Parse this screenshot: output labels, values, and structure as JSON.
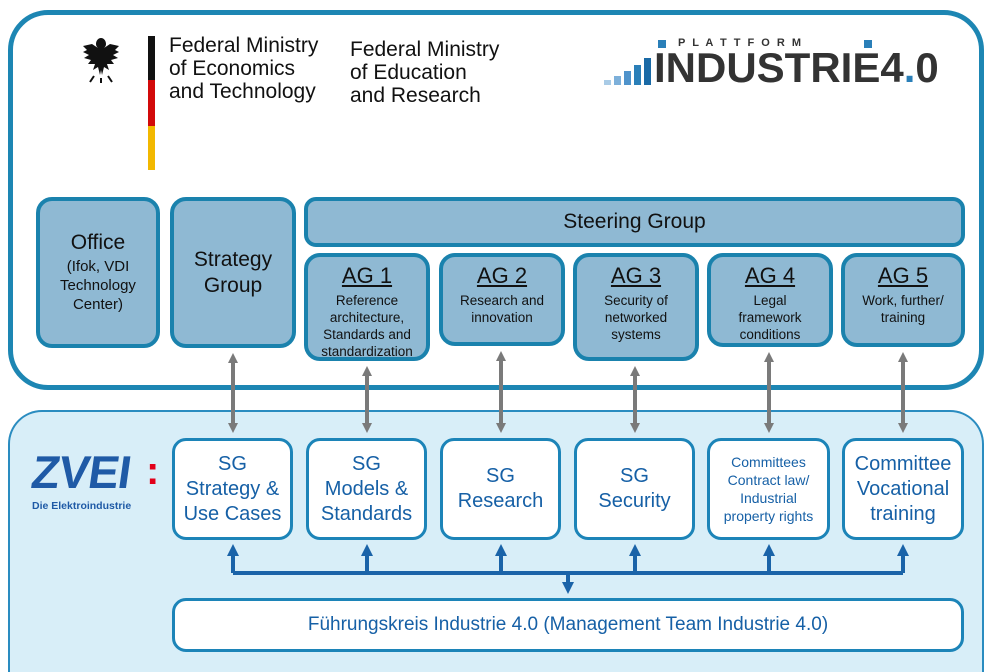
{
  "header": {
    "ministry_economics": "Federal Ministry\nof Economics\nand Technology",
    "ministry_education": "Federal Ministry\nof Education\nand Research",
    "plattform_label": "P L A T T F O R M",
    "industrie_label": "INDUSTRIE",
    "industrie_version_major": "4",
    "industrie_version_dot": ".",
    "industrie_version_minor": "0"
  },
  "office": {
    "title": "Office",
    "detail": "(Ifok, VDI\nTechnology\nCenter)"
  },
  "strategy_group": {
    "title": "Strategy\nGroup"
  },
  "steering_group": {
    "title": "Steering Group"
  },
  "working_groups": [
    {
      "title": "AG 1",
      "text": "Reference\narchitecture,\nStandards and\nstandardization"
    },
    {
      "title": "AG 2",
      "text": "Research and\ninnovation"
    },
    {
      "title": "AG 3",
      "text": "Security of\nnetworked\nsystems"
    },
    {
      "title": "AG 4",
      "text": "Legal\nframework\nconditions"
    },
    {
      "title": "AG 5",
      "text": "Work, further/\ntraining"
    }
  ],
  "zvei": {
    "logo": "ZVEI",
    "colon": ":",
    "tagline": "Die Elektroindustrie"
  },
  "sub_groups": [
    {
      "text": "SG\nStrategy &\nUse Cases"
    },
    {
      "text": "SG\nModels &\nStandards"
    },
    {
      "text": "SG\nResearch"
    },
    {
      "text": "SG\nSecurity"
    },
    {
      "text": "Committees\nContract law/\nIndustrial\nproperty rights"
    },
    {
      "text": "Committee\nVocational\ntraining"
    }
  ],
  "management": {
    "text": "Führungskreis Industrie 4.0 (Management Team Industrie 4.0)"
  },
  "colors": {
    "dark_blue": "#1a82ad",
    "box_fill": "#8fb9d3",
    "light_fill": "#d8eef8",
    "text_blue": "#1660a6",
    "arrow_grey": "#7a7a7a",
    "zvei_red": "#e2001a"
  }
}
